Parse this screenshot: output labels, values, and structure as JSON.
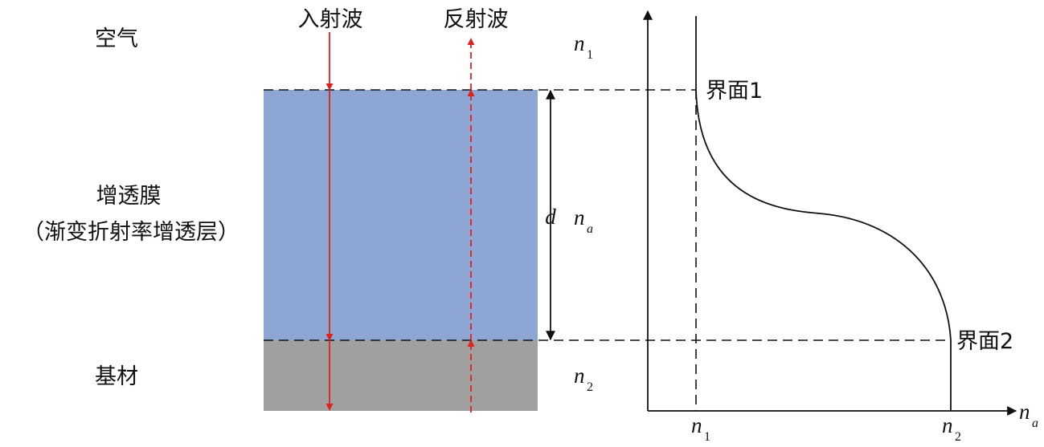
{
  "labels": {
    "air": "空气",
    "incident_wave": "入射波",
    "reflected_wave": "反射波",
    "film_title": "增透膜",
    "film_subtitle": "（渐变折射率增透层）",
    "substrate": "基材",
    "thickness": "d",
    "interface_1": "界面1",
    "interface_2": "界面2"
  },
  "symbols": {
    "n_letter": "n",
    "n1_sub": "1",
    "n2_sub": "2",
    "na_sub": "a"
  },
  "colors": {
    "film": "#8EA6D3",
    "substrate": "#A0A0A0",
    "incident_arrow": "#E0221E",
    "reflected_arrow": "#E0221E",
    "lines": "#111111"
  }
}
